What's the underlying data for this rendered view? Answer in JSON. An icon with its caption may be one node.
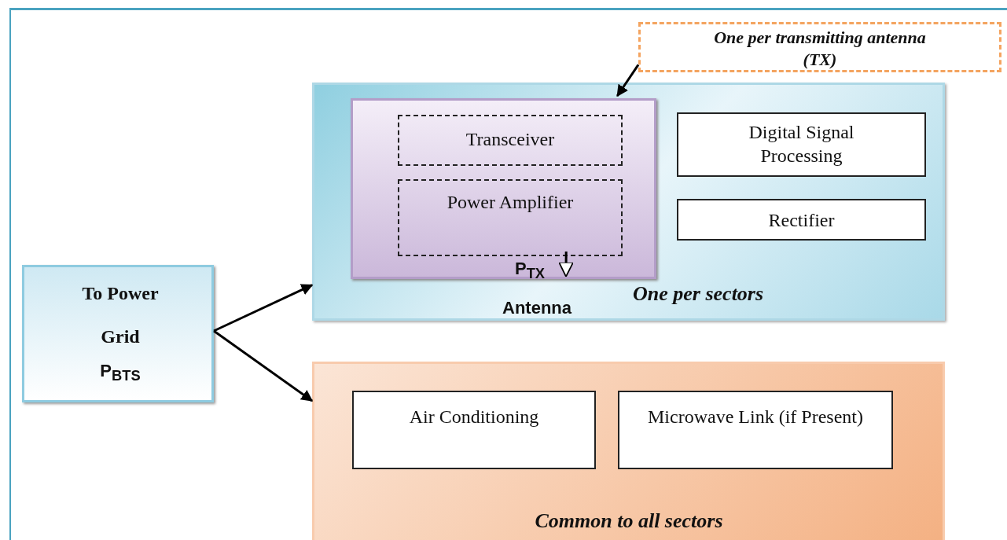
{
  "diagram": {
    "nodes": [
      {
        "text": [
          "To Power Grid",
          "P$_{BTS}$"
        ]
      },
      {
        "text": [
          "One per sectors"
        ]
      },
      {
        "text": [
          "P$_{TX}$"
        ],
        "in": 1,
        "beside": [
          "Antenna"
        ]
      },
      {
        "text": [
          "Transceiver"
        ],
        "in": 2
      },
      {
        "text": [
          "Power Amplifier"
        ],
        "in": 2
      },
      {
        "text": [
          "Digital Signal Processing"
        ],
        "in": 1
      },
      {
        "text": [
          "Rectifier"
        ],
        "in": 1
      },
      {
        "text": [
          "Common to all sectors"
        ]
      },
      {
        "text": [
          "Air Conditioning"
        ],
        "in": 7
      },
      {
        "text": [
          "Microwave Link (if Present)"
        ],
        "in": 7
      },
      {
        "text": [
          "One per transmitting antenna (TX)"
        ]
      }
    ],
    "edges": [
      {
        "from": 0,
        "to": 1,
        "arrow": "to"
      },
      {
        "from": 0,
        "to": 7,
        "arrow": "to"
      },
      {
        "from": 10,
        "to": 2,
        "arrow": "to"
      },
      {
        "from": 4,
        "to": null,
        "arrow": "to"
      }
    ]
  }
}
